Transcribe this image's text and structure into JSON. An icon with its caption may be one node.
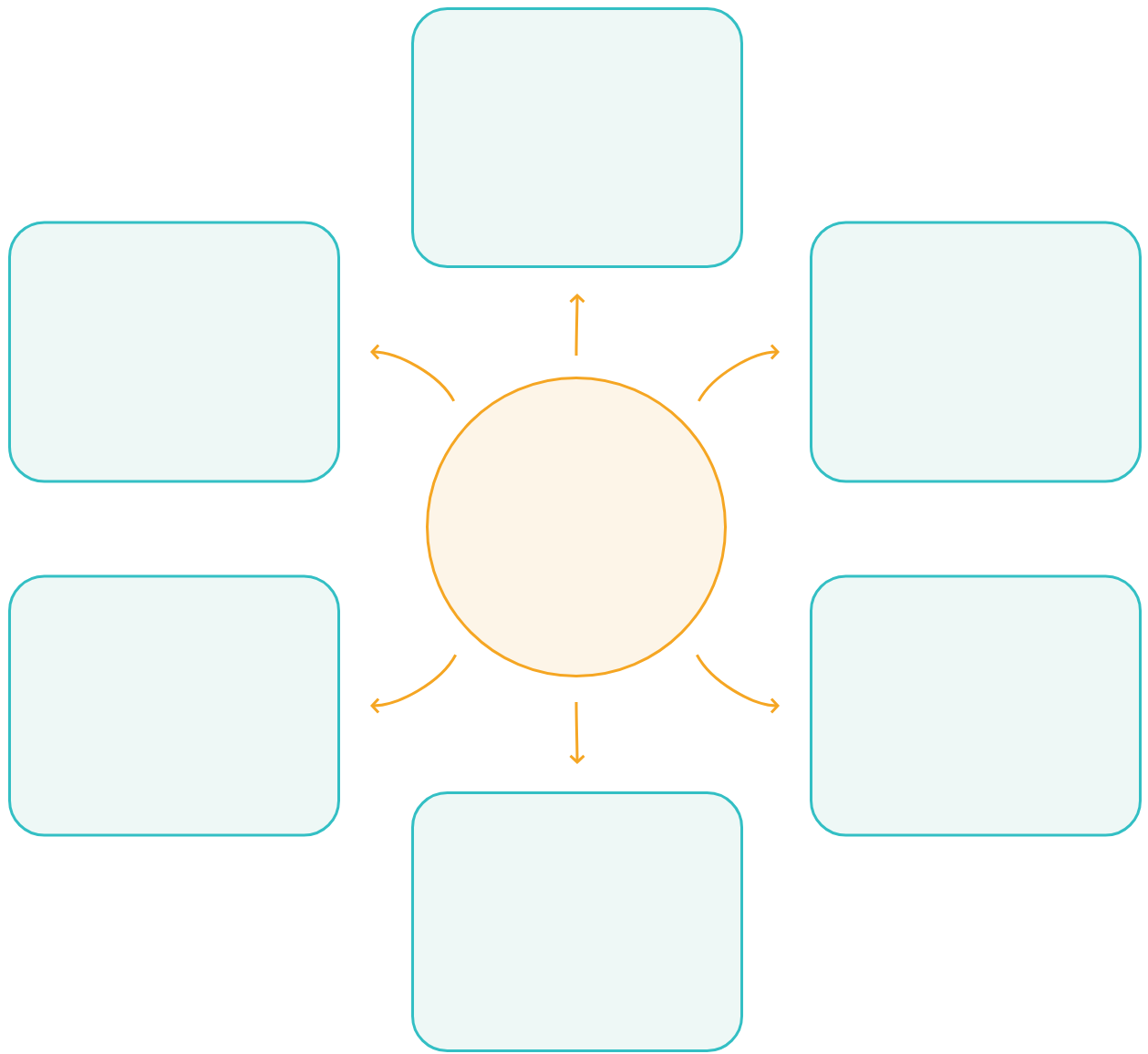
{
  "diagram": {
    "nodes": [
      {
        "text": [],
        "shape": "box"
      },
      {
        "text": [],
        "shape": "box"
      },
      {
        "text": [],
        "shape": "box"
      },
      {
        "text": [],
        "shape": "circle"
      },
      {
        "text": [],
        "shape": "box"
      },
      {
        "text": [],
        "shape": "box"
      },
      {
        "text": [],
        "shape": "box"
      }
    ],
    "edges": [
      {
        "from": 3,
        "to": 0,
        "arrow": "to"
      },
      {
        "from": 3,
        "to": 1,
        "arrow": "to"
      },
      {
        "from": 3,
        "to": 2,
        "arrow": "to"
      },
      {
        "from": 3,
        "to": 4,
        "arrow": "to"
      },
      {
        "from": 3,
        "to": 5,
        "arrow": "to"
      },
      {
        "from": 3,
        "to": 6,
        "arrow": "to"
      }
    ]
  }
}
